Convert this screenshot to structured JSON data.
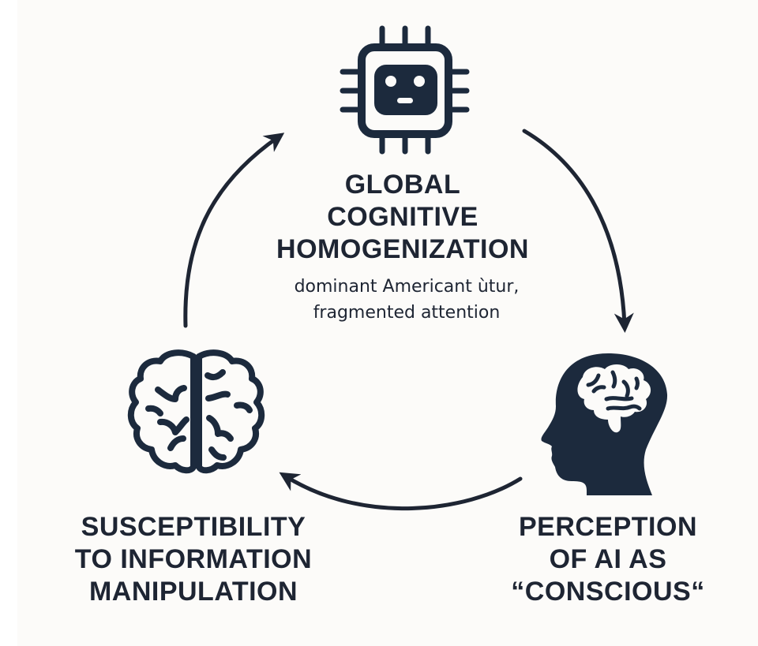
{
  "diagram": {
    "type": "cycle",
    "colors": {
      "ink": "#1e2533",
      "icon_fill": "#1c2a3d",
      "background": "#fcfbf9"
    },
    "nodes": [
      {
        "id": "top",
        "icon": "ai-chip-robot-icon",
        "title_lines": [
          "GLOBAL",
          "COGNITIVE",
          "HOMOGENIZATION"
        ],
        "subtitle_lines": [
          "dominant Americant ùtur,",
          "fragmented attention"
        ]
      },
      {
        "id": "right",
        "icon": "head-with-brain-icon",
        "title_lines": [
          "PERCEPTION",
          "OF AI AS",
          "“CONSCIOUS“"
        ]
      },
      {
        "id": "left",
        "icon": "brain-icon",
        "title_lines": [
          "SUSCEPTIBILITY",
          "TO INFORMATION",
          "MANIPULATION"
        ]
      }
    ],
    "edges": [
      {
        "from": "top",
        "to": "right",
        "direction": "clockwise"
      },
      {
        "from": "right",
        "to": "left",
        "direction": "clockwise"
      },
      {
        "from": "left",
        "to": "top",
        "direction": "clockwise"
      }
    ]
  }
}
